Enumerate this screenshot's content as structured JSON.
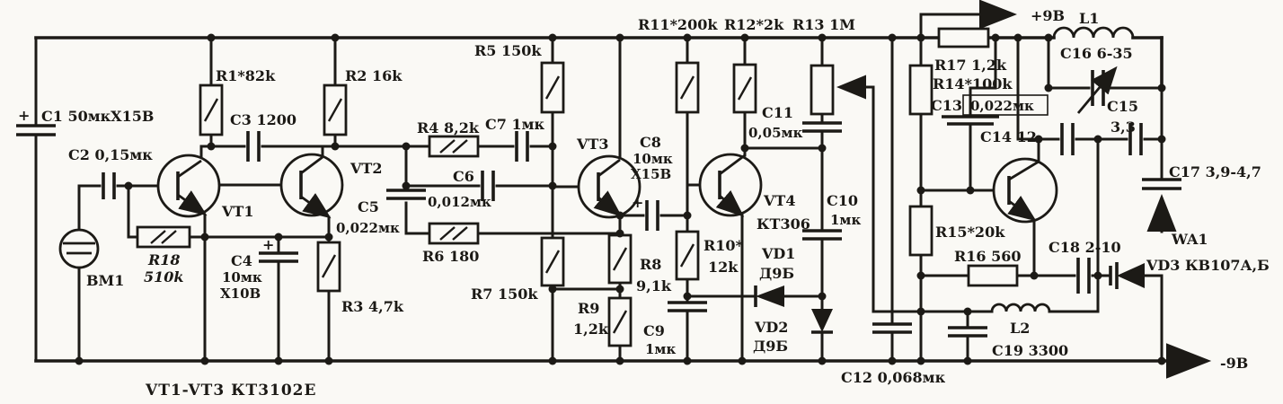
{
  "diagram": {
    "kind": "scanned circuit schematic",
    "language": "Russian",
    "transistor_note": "VT1-VT3 КТ3102Е",
    "supply_positive": "+9В",
    "supply_negative": "-9В"
  },
  "colors": {
    "ink": "#1c1a16",
    "paper": "#faf9f5"
  },
  "labels": {
    "c1": "C1 50мкХ15В",
    "c2": "C2 0,15мк",
    "r1": "R1*82k",
    "c3": "C3 1200",
    "r2": "R2 16k",
    "vt1": "VT1",
    "vt2": "VT2",
    "vt3": "VT3",
    "vt4": "VT4",
    "vt4_type": "КТ306",
    "bm1": "ВМ1",
    "r18_name": "R18",
    "r18_value": "510k",
    "c4_name": "C4",
    "c4_line2": "10мк",
    "c4_line3": "Х10В",
    "r3": "R3 4,7k",
    "r5": "R5 150k",
    "r4": "R4 8,2k",
    "c7": "C7 1мк",
    "c6_name": "C6",
    "c6_value": "0,012мк",
    "c5_name": "C5",
    "c5_value": "0,022мк",
    "r6": "R6 180",
    "r7": "R7 150k",
    "r8_name": "R8",
    "r8_value": "9,1k",
    "r9_name": "R9",
    "r9_value": "1,2k",
    "c9_name": "C9",
    "c9_value": "1мк",
    "r10_name": "R10*",
    "r10_value": "12k",
    "c8_name": "C8",
    "c8_line2": "10мк",
    "c8_line3": "Х15В",
    "r11": "R11*200k",
    "r12": "R12*2k",
    "r13": "R13 1M",
    "c11_name": "C11",
    "c11_value": "0,05мк",
    "c10_name": "C10",
    "c10_value": "1мк",
    "vd1_name": "VD1",
    "vd1_value": "Д9Б",
    "vd2_name": "VD2",
    "vd2_value": "Д9Б",
    "c12": "C12 0,068мк",
    "r17": "R17 1,2k",
    "r14": "R14*100k",
    "c13_name": "C13",
    "c13_value": "0,022мк",
    "c14": "C14 12",
    "plus9": "+9В",
    "minus9": "-9В",
    "l1": "L1",
    "l2": "L2",
    "c16": "C16 6-35",
    "c15_name": "C15",
    "c15_value": "3,3",
    "c17": "C17 3,9-4,7",
    "c18": "C18 2-10",
    "r15": "R15*20k",
    "r16": "R16 560",
    "c19": "C19 3300",
    "vd3": "VD3 КВ107А,Б",
    "wa1": "WA1",
    "plus": "+",
    "note": "VT1-VT3 КТ3102Е"
  }
}
